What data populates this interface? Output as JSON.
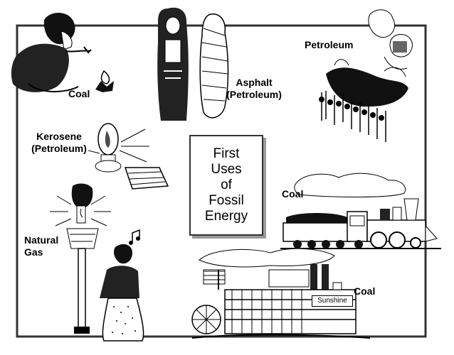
{
  "title": {
    "lines": [
      "First",
      "Uses",
      "of",
      "Fossil",
      "Energy"
    ]
  },
  "labels": {
    "coal_caveman": "Coal",
    "asphalt": [
      "Asphalt",
      "(Petroleum)"
    ],
    "petroleum": "Petroleum",
    "kerosene": [
      "Kerosene",
      "(Petroleum)"
    ],
    "coal_train": "Coal",
    "natural_gas": [
      "Natural",
      "Gas"
    ],
    "coal_steamboat": "Coal"
  },
  "boat_sign": "Sunshine",
  "colors": {
    "ink": "#000000",
    "frame": "#333333",
    "shadow": "#9a9a9a",
    "paper": "#ffffff",
    "gray": "#b5b5b5"
  }
}
